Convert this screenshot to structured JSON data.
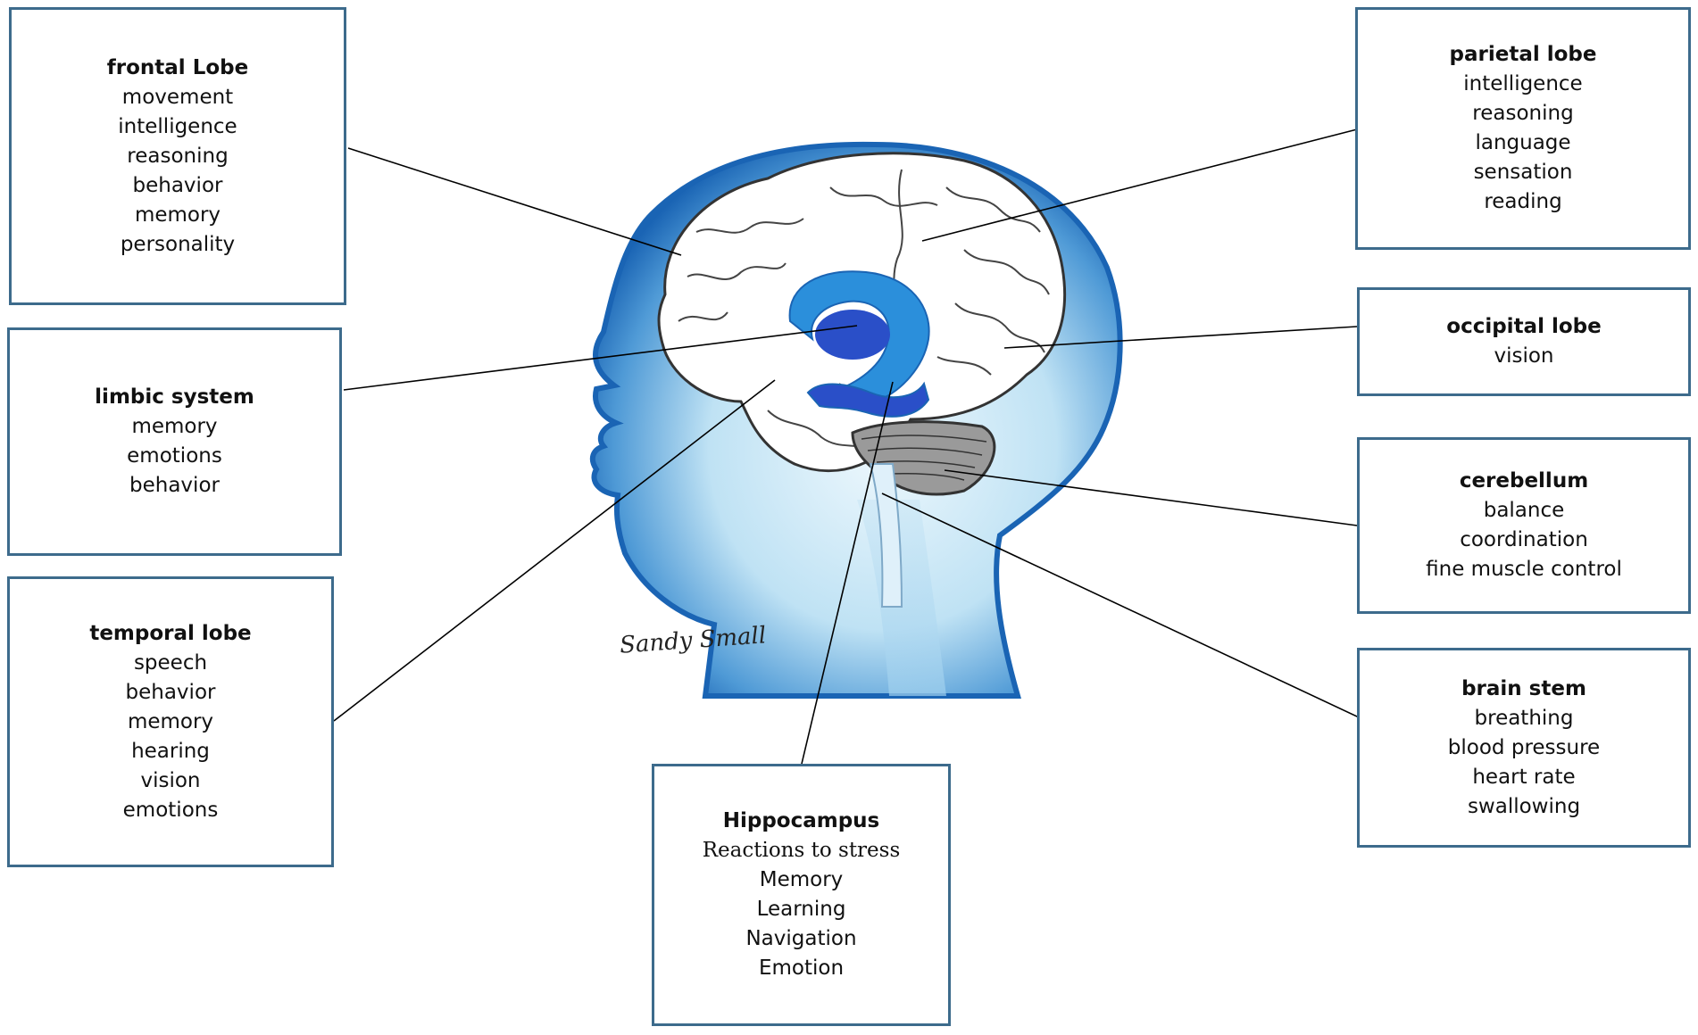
{
  "colors": {
    "box_border": "#3d6b8c",
    "head_dark": "#1a64b4",
    "head_light": "#bfe2f4",
    "limbic": "#2b8fdb",
    "limbic_core": "#2a4fc8",
    "cerebellum": "#8a8a8a",
    "leader_line": "#000000"
  },
  "signature": "Sandy Small",
  "boxes": [
    {
      "id": "frontal",
      "title": "frontal Lobe",
      "items": [
        "movement",
        "intelligence",
        "reasoning",
        "behavior",
        "memory",
        "personality"
      ]
    },
    {
      "id": "limbic",
      "title": "limbic system",
      "items": [
        "memory",
        "emotions",
        "behavior"
      ]
    },
    {
      "id": "temporal",
      "title": "temporal lobe",
      "items": [
        "speech",
        "behavior",
        "memory",
        "hearing",
        "vision",
        "emotions"
      ]
    },
    {
      "id": "hippocampus",
      "title": "Hippocampus",
      "items": [
        "Reactions to stress",
        "Memory",
        "Learning",
        "Navigation",
        "Emotion"
      ]
    },
    {
      "id": "parietal",
      "title": "parietal lobe",
      "items": [
        "intelligence",
        "reasoning",
        "language",
        "sensation",
        "reading"
      ]
    },
    {
      "id": "occipital",
      "title": "occipital lobe",
      "items": [
        "vision"
      ]
    },
    {
      "id": "cerebellum",
      "title": "cerebellum",
      "items": [
        "balance",
        "coordination",
        "fine muscle control"
      ]
    },
    {
      "id": "brainstem",
      "title": "brain stem",
      "items": [
        "breathing",
        "blood pressure",
        "heart rate",
        "swallowing"
      ]
    }
  ]
}
